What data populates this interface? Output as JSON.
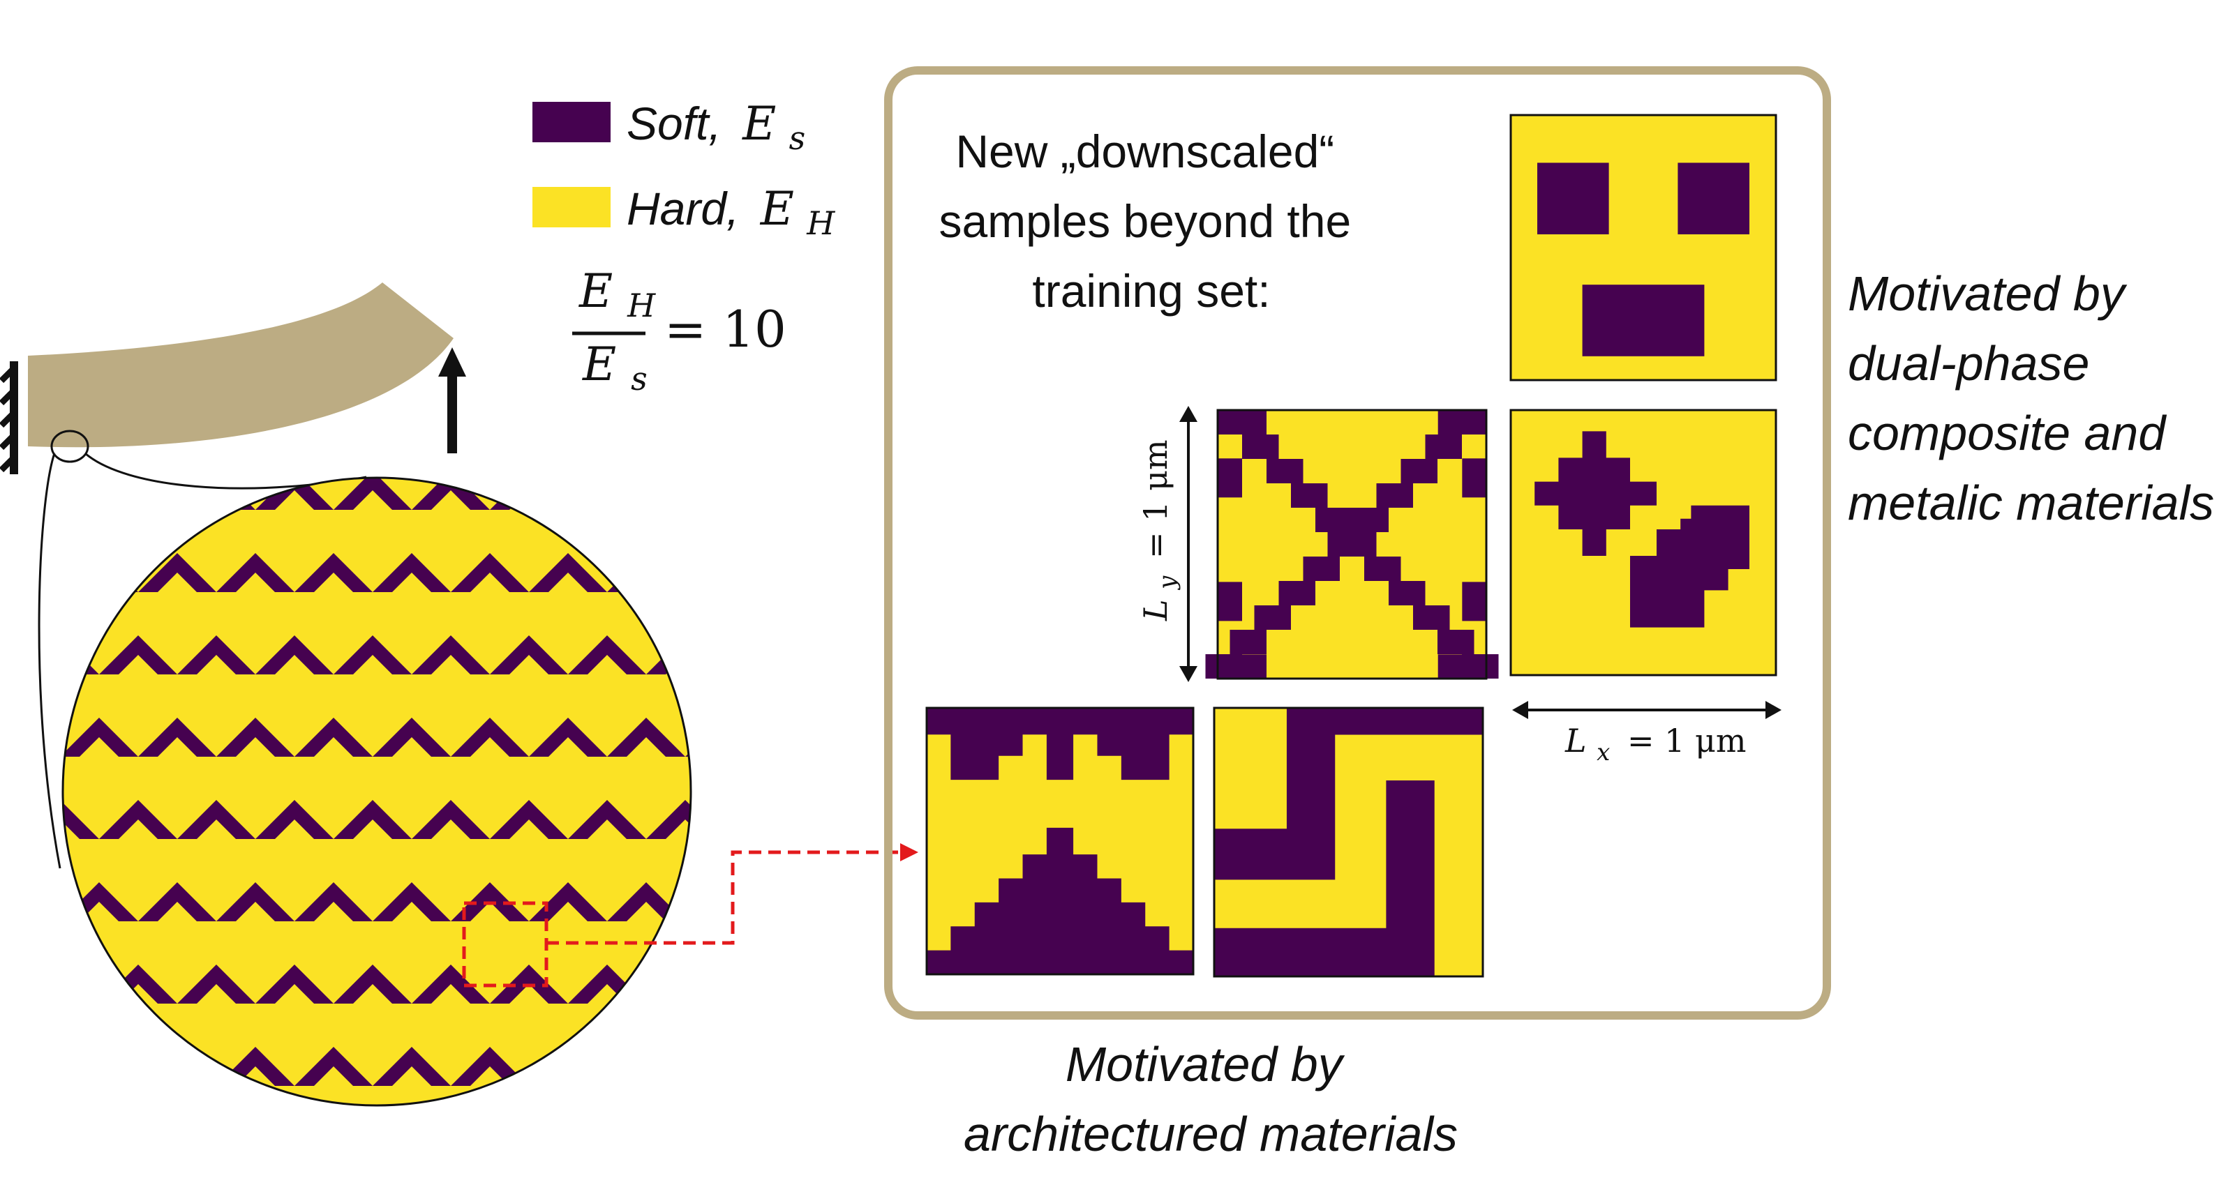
{
  "colors": {
    "soft": "#460250",
    "hard": "#fbe225",
    "beam": "#bcac83",
    "frame": "#bcac83",
    "highlight": "#e31a1c"
  },
  "legend": {
    "soft_label": "Soft,",
    "soft_symbol": "E",
    "soft_sub": "s",
    "hard_label": "Hard,",
    "hard_symbol": "E",
    "hard_sub": "H",
    "ratio_num": "E",
    "ratio_num_sub": "H",
    "ratio_den": "E",
    "ratio_den_sub": "s",
    "ratio_eq": "= 10"
  },
  "panel": {
    "heading_lines": [
      "New „downscaled“",
      "samples beyond the",
      "training set:"
    ],
    "ly_label": "L",
    "ly_sub": "y",
    "ly_value": "= 1 μm",
    "lx_label": "L",
    "lx_sub": "x",
    "lx_value": "= 1 μm"
  },
  "captions": {
    "right_lines": [
      "Motivated by",
      "dual-phase",
      "composite and",
      "metalic materials"
    ],
    "bottom_lines": [
      "Motivated by",
      "architectured materials"
    ]
  },
  "icons": {
    "beam": "cantilever-beam-icon",
    "support": "fixed-support-icon",
    "load": "load-arrow-icon"
  }
}
